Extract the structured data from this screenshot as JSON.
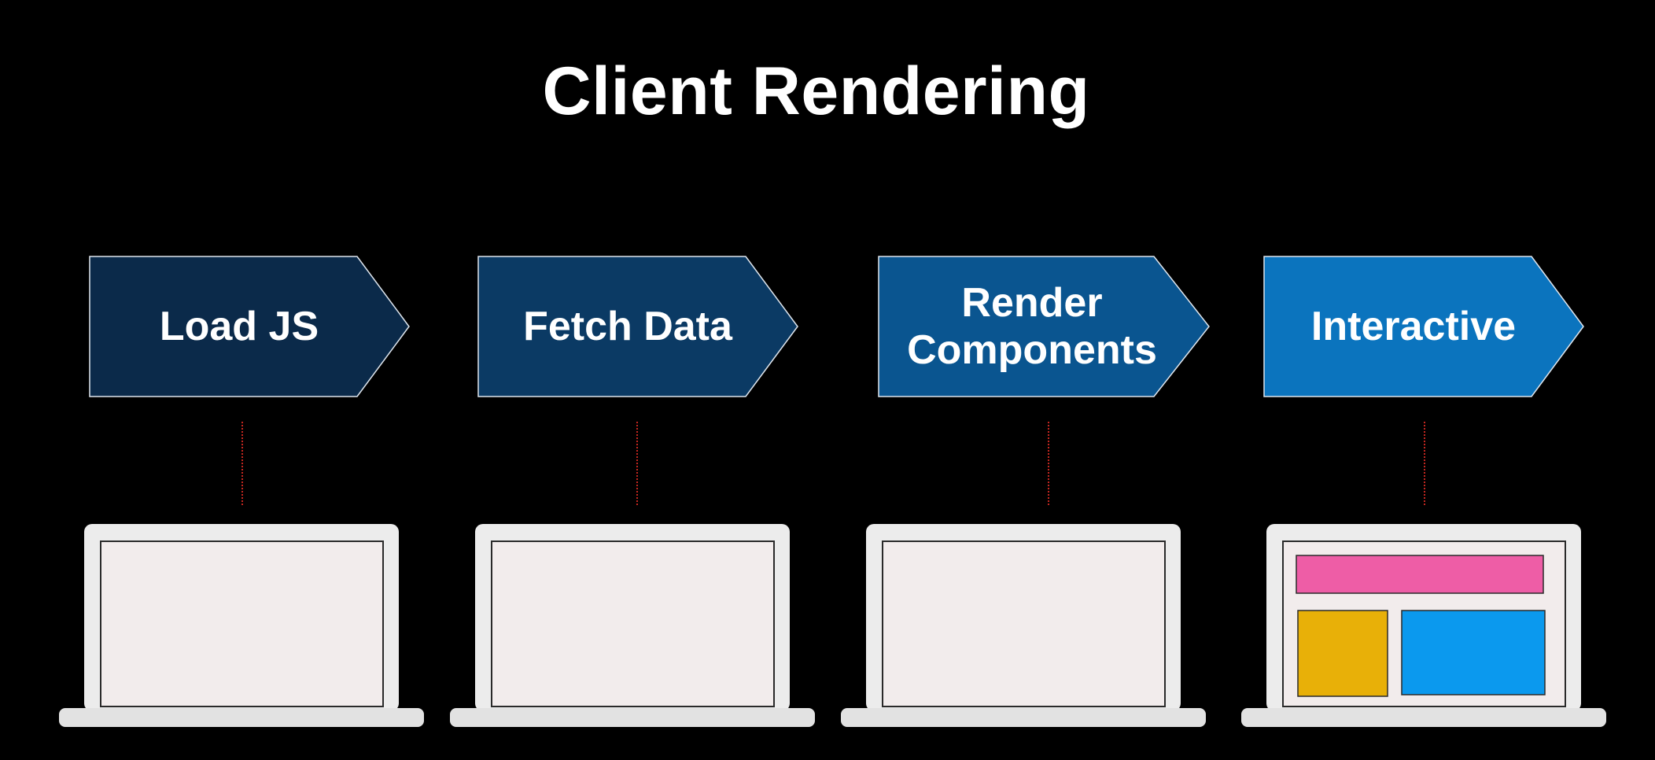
{
  "title": "Client Rendering",
  "steps": [
    {
      "label": "Load JS",
      "color": "#0b2a4a"
    },
    {
      "label": "Fetch Data",
      "color": "#0b3a64"
    },
    {
      "label": "Render\nComponents",
      "color": "#0a5590"
    },
    {
      "label": "Interactive",
      "color": "#0b74be"
    }
  ],
  "laptops": [
    {
      "state": "blank"
    },
    {
      "state": "blank"
    },
    {
      "state": "blank"
    },
    {
      "state": "rendered",
      "blocks": {
        "header": "#ee5da6",
        "left": "#e8b008",
        "right": "#0b99ee"
      }
    }
  ],
  "colors": {
    "background": "#000000",
    "connector": "#c2261f",
    "laptop_body": "#ececec",
    "screen": "#f2ecec"
  }
}
